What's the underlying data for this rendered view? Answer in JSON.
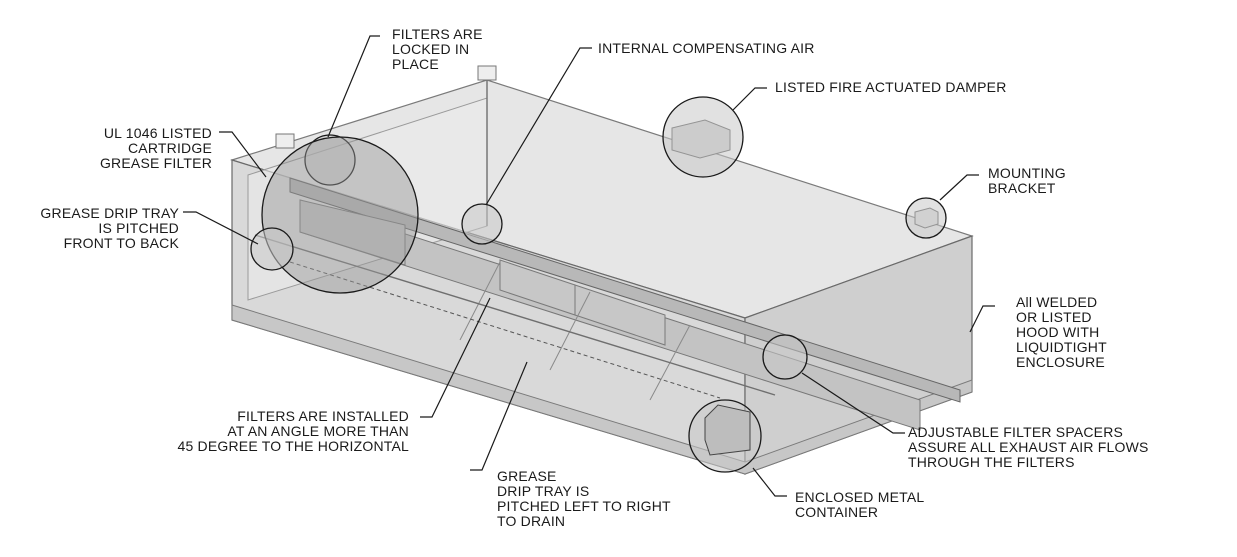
{
  "callouts": {
    "filters_locked": "FILTERS ARE\nLOCKED IN\nPLACE",
    "internal_air": "INTERNAL COMPENSATING AIR",
    "fire_damper": "LISTED FIRE ACTUATED DAMPER",
    "ul_filter": "UL 1046 LISTED\nCARTRIDGE\nGREASE FILTER",
    "mounting_bracket": "MOUNTING\nBRACKET",
    "drip_tray_front": "GREASE DRIP TRAY\nIS PITCHED\nFRONT TO BACK",
    "welded_hood": "All WELDED\nOR LISTED\nHOOD WITH\nLIQUIDTIGHT\nENCLOSURE",
    "filter_angle": "FILTERS ARE INSTALLED\nAT AN ANGLE MORE THAN\n45 DEGREE TO THE HORIZONTAL",
    "filter_spacers": "ADJUSTABLE FILTER SPACERS\nASSURE ALL EXHAUST AIR FLOWS\nTHROUGH THE FILTERS",
    "drip_tray_left": "GREASE\nDRIP TRAY IS\nPITCHED LEFT TO RIGHT\nTO DRAIN",
    "metal_container": "ENCLOSED METAL\nCONTAINER"
  }
}
